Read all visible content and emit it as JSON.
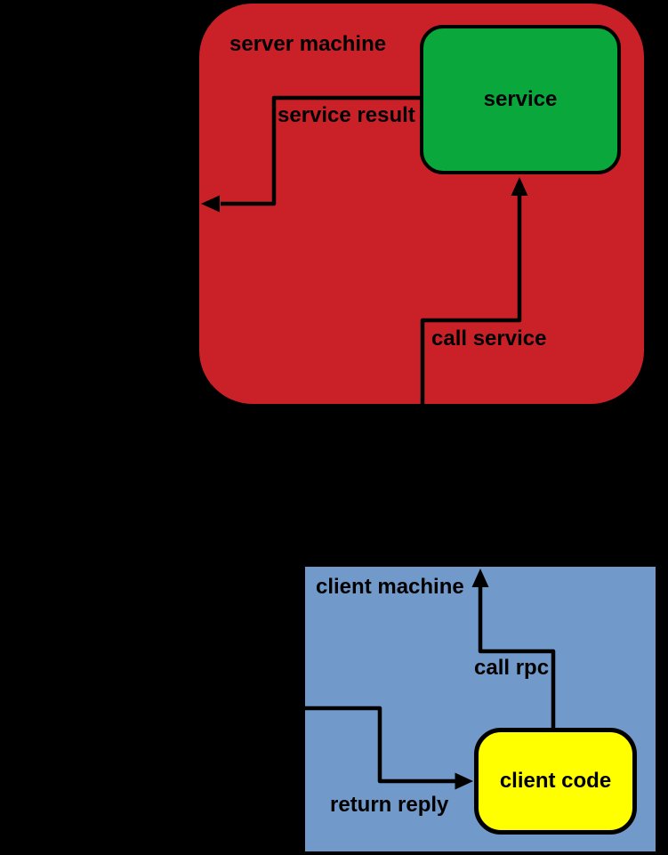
{
  "colors": {
    "background": "#000000",
    "server": "#C92127",
    "service": "#0AA83C",
    "client": "#7199C9",
    "clientcode": "#FFFF00",
    "line": "#000000",
    "text": "#000000"
  },
  "server_machine": {
    "label": "server machine",
    "service": {
      "label": "service"
    },
    "arrows": {
      "service_result": "service result",
      "call_service": "call service"
    }
  },
  "client_machine": {
    "label": "client machine",
    "client_code": {
      "label": "client code"
    },
    "arrows": {
      "call_rpc": "call rpc",
      "return_reply": "return reply"
    }
  }
}
